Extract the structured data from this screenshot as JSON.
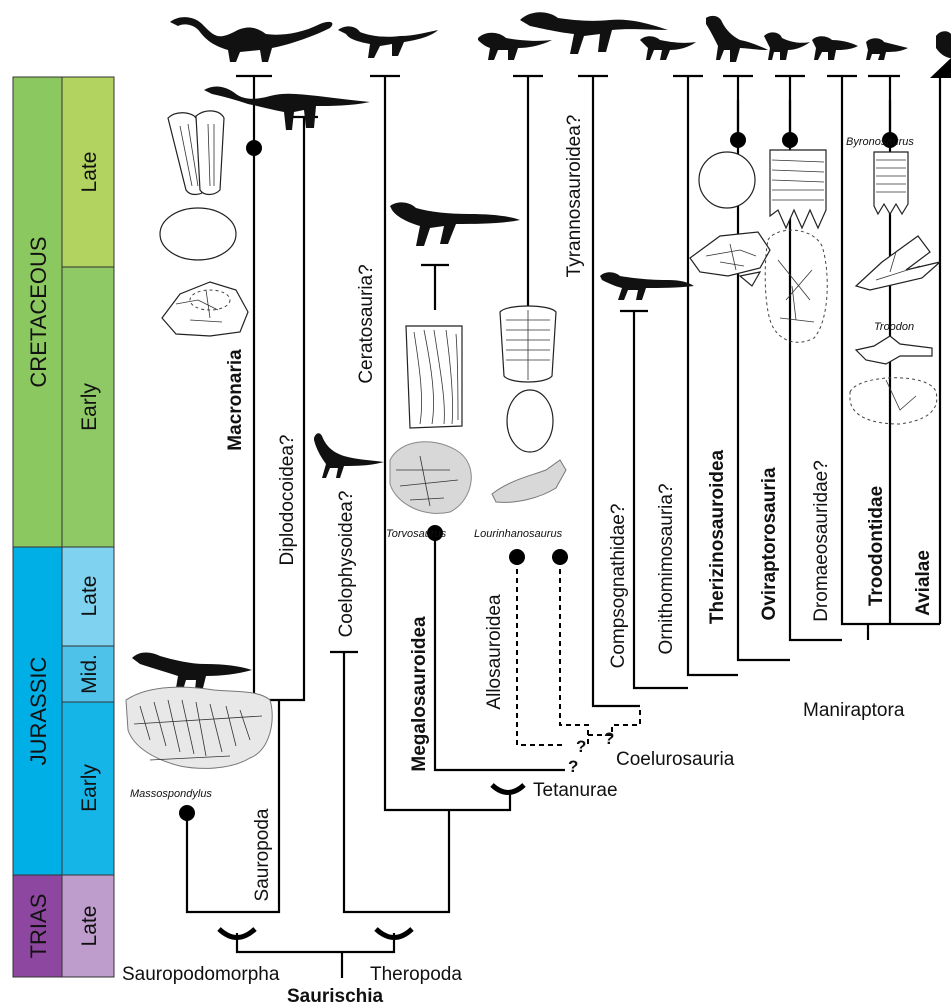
{
  "colors": {
    "cretaceous": "#8cc860",
    "cretaceous_late": "#b2d35f",
    "cretaceous_early": "#8ec966",
    "jurassic": "#00afe6",
    "jurassic_late": "#7fd3f1",
    "jurassic_mid": "#4fc2ea",
    "jurassic_early": "#15b5e8",
    "trias": "#8e47a0",
    "trias_late": "#be9ccb"
  },
  "time_scale": {
    "periods": [
      {
        "name": "CRETACEOUS"
      },
      {
        "name": "JURASSIC"
      },
      {
        "name": "TRIAS"
      }
    ],
    "epochs": {
      "cretaceous_late": "Late",
      "cretaceous_early": "Early",
      "jurassic_late": "Late",
      "jurassic_mid": "Mid.",
      "jurassic_early": "Early",
      "trias_late": "Late"
    }
  },
  "clades": {
    "macronaria": "Macronaria",
    "diplodocoidea": "Diplodocoidea?",
    "sauropoda": "Sauropoda",
    "ceratosauria": "Ceratosauria?",
    "coelophysoidea": "Coelophysoidea?",
    "megalosauroidea": "Megalosauroidea",
    "allosauroidea": "Allosauroidea",
    "tyrannosauroidea": "Tyrannosauroidea?",
    "compsognathidae": "Compsognathidae?",
    "ornithomimosauria": "Ornithomimosauria?",
    "therizinosauroidea": "Therizinosauroidea",
    "oviraptorosauria": "Oviraptorosauria",
    "dromaeosauridae": "Dromaeosauridae?",
    "troodontidae": "Troodontidae",
    "avialae": "Avialae"
  },
  "nodes": {
    "sauropodomorpha": "Sauropodomorpha",
    "theropoda": "Theropoda",
    "saurischia": "Saurischia",
    "tetanurae": "Tetanurae",
    "coelurosauria": "Coelurosauria",
    "maniraptora": "Maniraptora",
    "question": "?"
  },
  "taxa": {
    "massospondylus": "Massospondylus",
    "torvosaurus": "Torvosaurus",
    "lourinhanosaurus": "Lourinhanosaurus",
    "byronosaurus": "Byronosaurus",
    "troodon": "Troodon"
  }
}
